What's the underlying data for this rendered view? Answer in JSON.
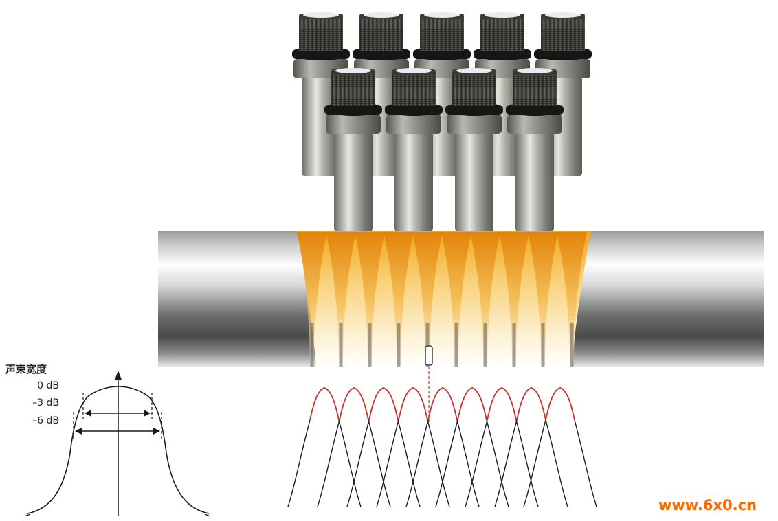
{
  "beam_width": {
    "title": "声束宽度",
    "levels": [
      "0 dB",
      "–3 dB",
      "–6 dB"
    ]
  },
  "watermark": "www.6x0.cn",
  "colors": {
    "beam_top": "#e8920a",
    "beam_mid": "#f6c24a",
    "curve_peak": "#c8322a",
    "curve_line": "#1a1a1a",
    "watermark": "#ff6a00"
  }
}
